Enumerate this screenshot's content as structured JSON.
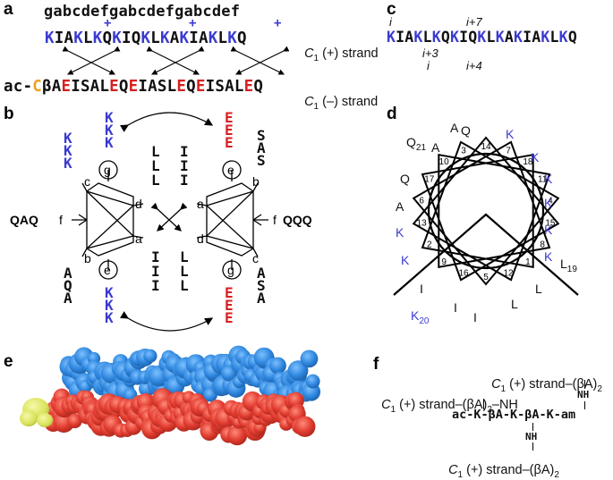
{
  "panels": {
    "a": "a",
    "b": "b",
    "c": "c",
    "d": "d",
    "e": "e",
    "f": "f"
  },
  "colors": {
    "lys": "#3b3bd0",
    "glu": "#d72020",
    "cys": "#f0a020",
    "helix_top": "#2e86de",
    "helix_bottom": "#e03a2e",
    "helix_tip": "#d9e35a"
  },
  "panel_a": {
    "heptad": "gabcdefgabcdefgabcdef",
    "plus_marks": "+",
    "top_seq": [
      {
        "t": "K",
        "c": "blue"
      },
      {
        "t": "IA",
        "c": "k"
      },
      {
        "t": "K",
        "c": "blue"
      },
      {
        "t": "L",
        "c": "k"
      },
      {
        "t": "K",
        "c": "blue"
      },
      {
        "t": "Q",
        "c": "k"
      },
      {
        "t": "K",
        "c": "blue"
      },
      {
        "t": "IQ",
        "c": "k"
      },
      {
        "t": "K",
        "c": "blue"
      },
      {
        "t": "L",
        "c": "k"
      },
      {
        "t": "K",
        "c": "blue"
      },
      {
        "t": "A",
        "c": "k"
      },
      {
        "t": "K",
        "c": "blue"
      },
      {
        "t": "IA",
        "c": "k"
      },
      {
        "t": "K",
        "c": "blue"
      },
      {
        "t": "L",
        "c": "k"
      },
      {
        "t": "K",
        "c": "blue"
      },
      {
        "t": "Q",
        "c": "k"
      }
    ],
    "top_label_c": "C",
    "top_label_sub": "1",
    "top_label_rest": " (+) strand",
    "bottom_seq": [
      {
        "t": "ac-",
        "c": "k"
      },
      {
        "t": "C",
        "c": "orange"
      },
      {
        "t": "βA",
        "c": "k"
      },
      {
        "t": "E",
        "c": "red"
      },
      {
        "t": "ISAL",
        "c": "k"
      },
      {
        "t": "E",
        "c": "red"
      },
      {
        "t": "Q",
        "c": "k"
      },
      {
        "t": "E",
        "c": "red"
      },
      {
        "t": "IASL",
        "c": "k"
      },
      {
        "t": "E",
        "c": "red"
      },
      {
        "t": "Q",
        "c": "k"
      },
      {
        "t": "E",
        "c": "red"
      },
      {
        "t": "ISAL",
        "c": "k"
      },
      {
        "t": "E",
        "c": "red"
      },
      {
        "t": "Q",
        "c": "k"
      }
    ],
    "bottom_label_c": "C",
    "bottom_label_sub": "1",
    "bottom_label_rest": " (–) strand"
  },
  "panel_c": {
    "seq": [
      {
        "t": "K",
        "c": "blue"
      },
      {
        "t": "IA",
        "c": "k"
      },
      {
        "t": "K",
        "c": "blue"
      },
      {
        "t": "L",
        "c": "k"
      },
      {
        "t": "K",
        "c": "blue"
      },
      {
        "t": "Q",
        "c": "k"
      },
      {
        "t": "K",
        "c": "blue"
      },
      {
        "t": "IQ",
        "c": "k"
      },
      {
        "t": "K",
        "c": "blue"
      },
      {
        "t": "L",
        "c": "k"
      },
      {
        "t": "K",
        "c": "blue"
      },
      {
        "t": "A",
        "c": "k"
      },
      {
        "t": "K",
        "c": "blue"
      },
      {
        "t": "IA",
        "c": "k"
      },
      {
        "t": "K",
        "c": "blue"
      },
      {
        "t": "L",
        "c": "k"
      },
      {
        "t": "K",
        "c": "blue"
      },
      {
        "t": "Q",
        "c": "k"
      }
    ],
    "i_top": "i",
    "i7": "i+7",
    "i3": "i+3",
    "i_bottom": "i",
    "i4": "i+4"
  },
  "panel_b": {
    "top_left_col": [
      "K",
      "K",
      "K"
    ],
    "top_mid_left_col": [
      "K",
      "K",
      "K"
    ],
    "top_mid_right_col": [
      "E",
      "E",
      "E"
    ],
    "top_right_col": [
      "S",
      "A",
      "S"
    ],
    "inner_left_top": [
      "L",
      "L",
      "L"
    ],
    "inner_right_top": [
      "I",
      "I",
      "I"
    ],
    "inner_left_bottom": [
      "I",
      "I",
      "I"
    ],
    "inner_right_bottom": [
      "L",
      "L",
      "L"
    ],
    "bottom_left_col": [
      "A",
      "Q",
      "A"
    ],
    "bottom_mid_left_col": [
      "K",
      "K",
      "K"
    ],
    "bottom_mid_right_col": [
      "E",
      "E",
      "E"
    ],
    "bottom_right_col": [
      "A",
      "S",
      "A"
    ],
    "left_f": "f",
    "left_f_res": "QAQ",
    "right_f": "f",
    "right_f_res": "QQQ",
    "pos_c_tl": "c",
    "pos_d_tl": "d",
    "pos_a_tr": "a",
    "pos_b_tr": "b",
    "pos_b_bl": "b",
    "pos_a_bl": "a",
    "pos_d_br": "d",
    "pos_c_br": "c",
    "circle_g_tl": "g",
    "circle_e_tr": "e",
    "circle_e_bl": "e",
    "circle_g_br": "g"
  },
  "panel_d": {
    "outer_labels": [
      {
        "t": "Q",
        "sub": "21",
        "c": "k"
      },
      {
        "t": "A",
        "c": "k"
      },
      {
        "t": "Q",
        "c": "k"
      },
      {
        "t": "K",
        "c": "blue"
      },
      {
        "t": "K",
        "c": "blue"
      },
      {
        "t": "K",
        "c": "blue"
      },
      {
        "t": "K",
        "c": "blue"
      },
      {
        "t": "K",
        "c": "blue"
      },
      {
        "t": "K",
        "c": "blue"
      },
      {
        "t": "L",
        "sub": "19",
        "c": "k"
      },
      {
        "t": "L",
        "c": "k"
      },
      {
        "t": "L",
        "c": "k"
      },
      {
        "t": "I",
        "c": "k"
      },
      {
        "t": "I",
        "c": "k"
      },
      {
        "t": "I",
        "c": "k"
      },
      {
        "t": "K",
        "sub": "20",
        "c": "blue"
      },
      {
        "t": "K",
        "c": "blue"
      },
      {
        "t": "K",
        "c": "blue"
      },
      {
        "t": "A",
        "c": "k"
      },
      {
        "t": "Q",
        "c": "k"
      },
      {
        "t": "A",
        "c": "k"
      }
    ],
    "numbers": [
      "14",
      "7",
      "18",
      "11",
      "4",
      "15",
      "8",
      "1",
      "12",
      "5",
      "16",
      "9",
      "2",
      "13",
      "6",
      "17",
      "10",
      "3"
    ]
  },
  "panel_f": {
    "l1": "C",
    "l1_sub": "1",
    "l1_rest": " (+) strand–(βA)",
    "l1_sub2": "2",
    "nh": "NH",
    "l2": "C",
    "l2_sub": "1",
    "l2_rest": " (+) strand–(βA)",
    "l2_sub2": "2",
    "l2_tail": "–NH",
    "core": "ac-K-βA-K-βA-K-am",
    "l3": "C",
    "l3_sub": "1",
    "l3_rest": " (+) strand–(βA)",
    "l3_sub2": "2"
  }
}
